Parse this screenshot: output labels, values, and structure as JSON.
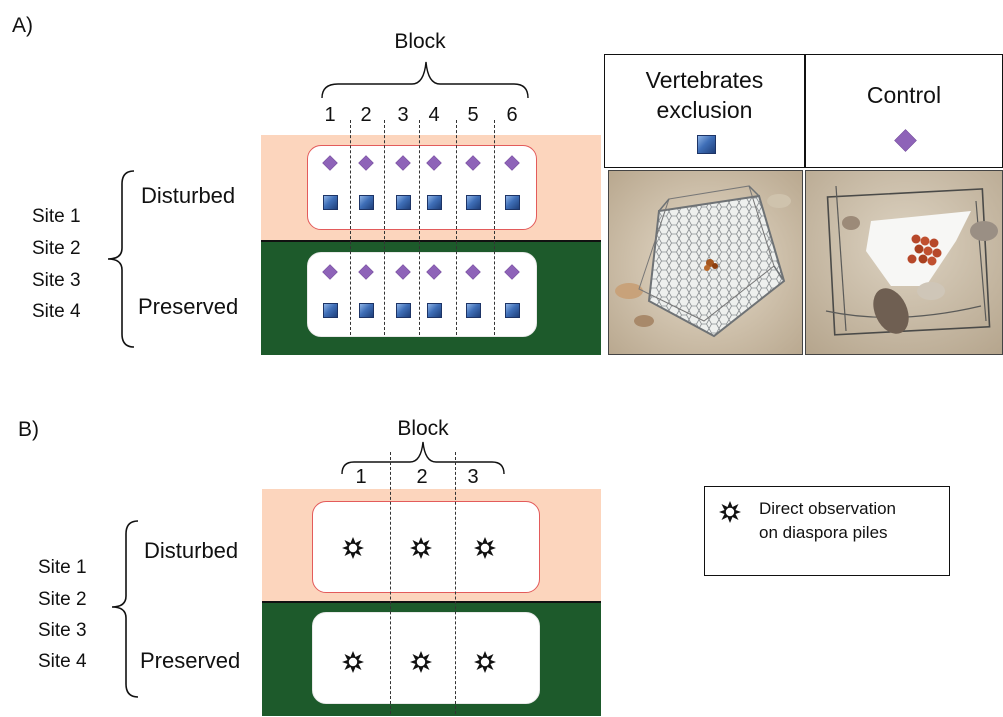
{
  "panel_a": {
    "label": "A)",
    "block_title": "Block",
    "block_numbers": [
      "1",
      "2",
      "3",
      "4",
      "5",
      "6"
    ],
    "sites": [
      "Site 1",
      "Site 2",
      "Site 3",
      "Site 4"
    ],
    "conditions": {
      "disturbed": "Disturbed",
      "preserved": "Preserved"
    },
    "legend": {
      "vertebrates_line1": "Vertebrates",
      "vertebrates_line2": "exclusion",
      "vertebrates_icon": "blue-square-icon",
      "control": "Control",
      "control_icon": "purple-diamond-icon"
    }
  },
  "panel_b": {
    "label": "B)",
    "block_title": "Block",
    "block_numbers": [
      "1",
      "2",
      "3"
    ],
    "sites": [
      "Site 1",
      "Site 2",
      "Site 3",
      "Site 4"
    ],
    "conditions": {
      "disturbed": "Disturbed",
      "preserved": "Preserved"
    },
    "legend": {
      "icon": "starburst-icon",
      "line1": "Direct observation",
      "line2": "on diaspora piles"
    }
  },
  "colors": {
    "disturbed_band": "#fcd5bd",
    "preserved_band": "#1d5a2b",
    "plot_border": "#e35b5b",
    "diamond": "#8e63b8",
    "square": "#3f6fb8"
  }
}
